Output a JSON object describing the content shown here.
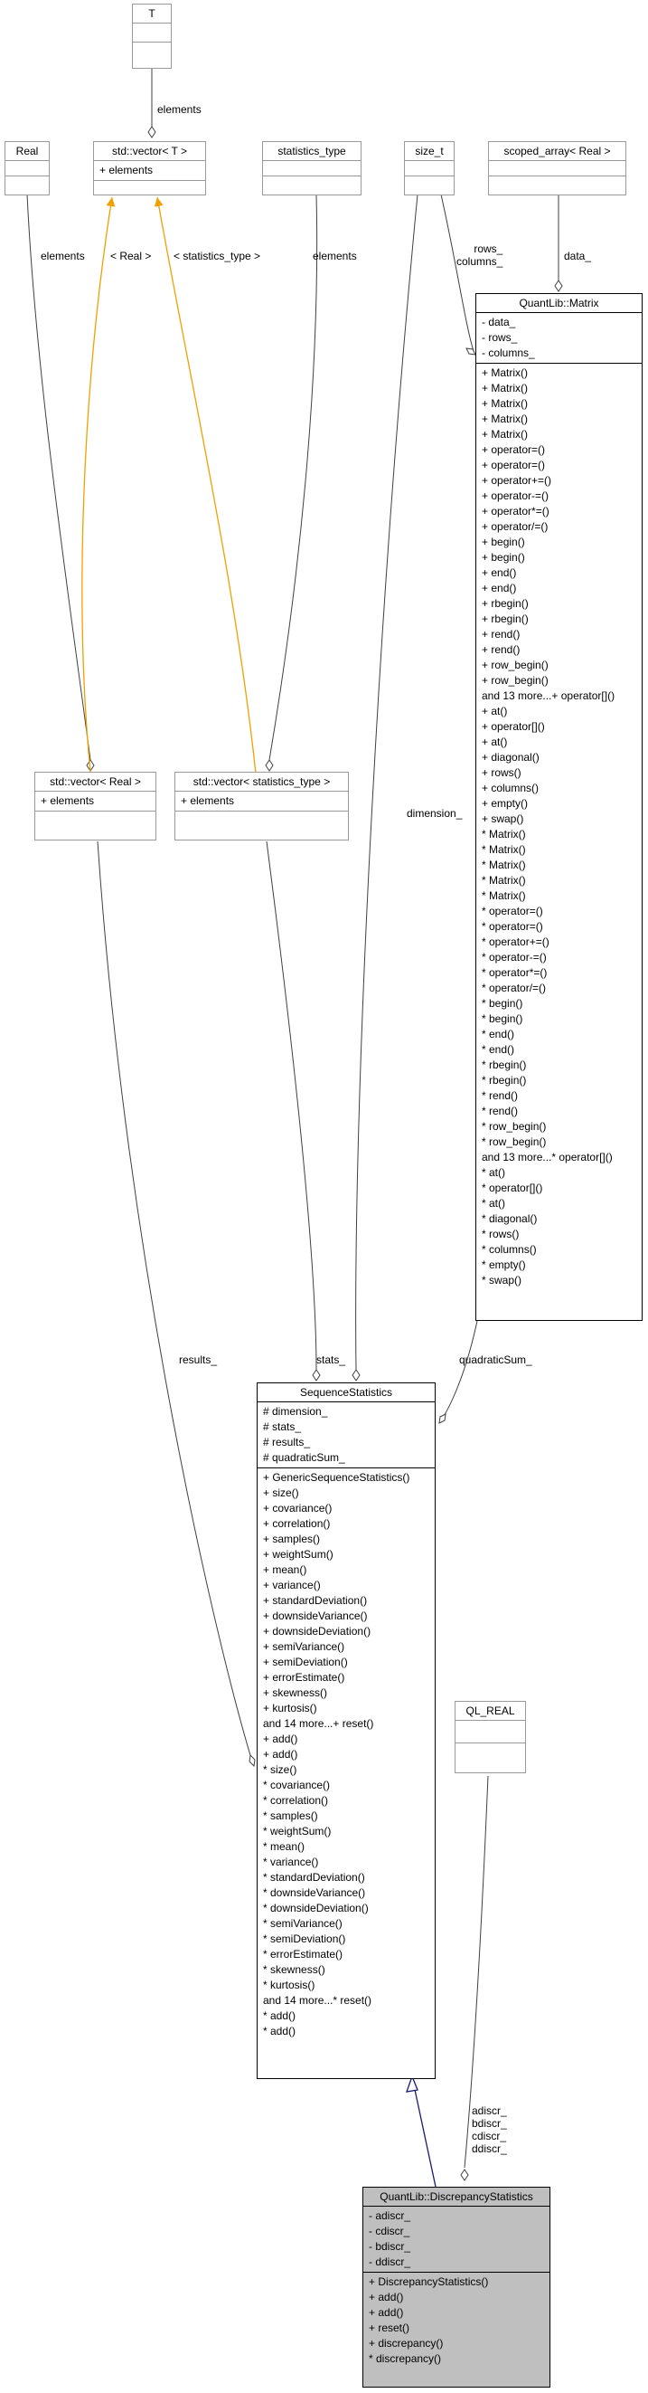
{
  "nodes": {
    "t": {
      "title": "T",
      "attrs": [],
      "ops": []
    },
    "real": {
      "title": "Real",
      "attrs": [],
      "ops": []
    },
    "vector_t": {
      "title": "std::vector< T >",
      "attrs": [
        "+ elements"
      ],
      "ops": []
    },
    "statistics_type": {
      "title": "statistics_type",
      "attrs": [],
      "ops": []
    },
    "size_t": {
      "title": "size_t",
      "attrs": [],
      "ops": []
    },
    "scoped_array": {
      "title": "scoped_array< Real >",
      "attrs": [],
      "ops": []
    },
    "matrix": {
      "title": "QuantLib::Matrix",
      "attrs": [
        "- data_",
        "- rows_",
        "- columns_"
      ],
      "ops": [
        "+ Matrix()",
        "+ Matrix()",
        "+ Matrix()",
        "+ Matrix()",
        "+ Matrix()",
        "+ operator=()",
        "+ operator=()",
        "+ operator+=()",
        "+ operator-=()",
        "+ operator*=()",
        "+ operator/=()",
        "+ begin()",
        "+ begin()",
        "+ end()",
        "+ end()",
        "+ rbegin()",
        "+ rbegin()",
        "+ rend()",
        "+ rend()",
        "+ row_begin()",
        "+ row_begin()",
        "and 13 more...+ operator[]()",
        "+ at()",
        "+ operator[]()",
        "+ at()",
        "+ diagonal()",
        "+ rows()",
        "+ columns()",
        "+ empty()",
        "+ swap()",
        "* Matrix()",
        "* Matrix()",
        "* Matrix()",
        "* Matrix()",
        "* Matrix()",
        "* operator=()",
        "* operator=()",
        "* operator+=()",
        "* operator-=()",
        "* operator*=()",
        "* operator/=()",
        "* begin()",
        "* begin()",
        "* end()",
        "* end()",
        "* rbegin()",
        "* rbegin()",
        "* rend()",
        "* rend()",
        "* row_begin()",
        "* row_begin()",
        "and 13 more...* operator[]()",
        "* at()",
        "* operator[]()",
        "* at()",
        "* diagonal()",
        "* rows()",
        "* columns()",
        "* empty()",
        "* swap()"
      ]
    },
    "vector_real": {
      "title": "std::vector< Real >",
      "attrs": [
        "+ elements"
      ],
      "ops": []
    },
    "vector_stat": {
      "title": "std::vector< statistics_type >",
      "attrs": [
        "+ elements"
      ],
      "ops": []
    },
    "sequence_statistics": {
      "title": "SequenceStatistics",
      "attrs": [
        "# dimension_",
        "# stats_",
        "# results_",
        "# quadraticSum_"
      ],
      "ops": [
        "+ GenericSequenceStatistics()",
        "+ size()",
        "+ covariance()",
        "+ correlation()",
        "+ samples()",
        "+ weightSum()",
        "+ mean()",
        "+ variance()",
        "+ standardDeviation()",
        "+ downsideVariance()",
        "+ downsideDeviation()",
        "+ semiVariance()",
        "+ semiDeviation()",
        "+ errorEstimate()",
        "+ skewness()",
        "+ kurtosis()",
        "and 14 more...+ reset()",
        "+ add()",
        "+ add()",
        "* size()",
        "* covariance()",
        "* correlation()",
        "* samples()",
        "* weightSum()",
        "* mean()",
        "* variance()",
        "* standardDeviation()",
        "* downsideVariance()",
        "* downsideDeviation()",
        "* semiVariance()",
        "* semiDeviation()",
        "* errorEstimate()",
        "* skewness()",
        "* kurtosis()",
        "and 14 more...* reset()",
        "* add()",
        "* add()"
      ]
    },
    "ql_real": {
      "title": "QL_REAL",
      "attrs": [],
      "ops": []
    },
    "discrepancy": {
      "title": "QuantLib::DiscrepancyStatistics",
      "attrs": [
        "- adiscr_",
        "- cdiscr_",
        "- bdiscr_",
        "- ddiscr_"
      ],
      "ops": [
        "+ DiscrepancyStatistics()",
        "+ add()",
        "+ add()",
        "+ reset()",
        "+ discrepancy()",
        "* discrepancy()"
      ]
    }
  },
  "edge_labels": {
    "t_elements": [
      "elements"
    ],
    "real_elements": [
      "elements"
    ],
    "vector_real_tmpl": [
      "< Real >"
    ],
    "vector_stat_tmpl": [
      "< statistics_type >"
    ],
    "stat_elements": [
      "elements"
    ],
    "size_t_rows": [
      "rows_",
      "columns_"
    ],
    "data": [
      "data_"
    ],
    "dimension": [
      "dimension_"
    ],
    "results": [
      "results_"
    ],
    "stats": [
      "stats_"
    ],
    "quadratic": [
      "quadraticSum_"
    ],
    "discr": [
      "adiscr_",
      "bdiscr_",
      "cdiscr_",
      "ddiscr_"
    ]
  },
  "colors": {
    "aggregation": "#404040",
    "template": "#f0a000",
    "inheritance": "#191970",
    "focus_fill": "#bfbfbf"
  }
}
